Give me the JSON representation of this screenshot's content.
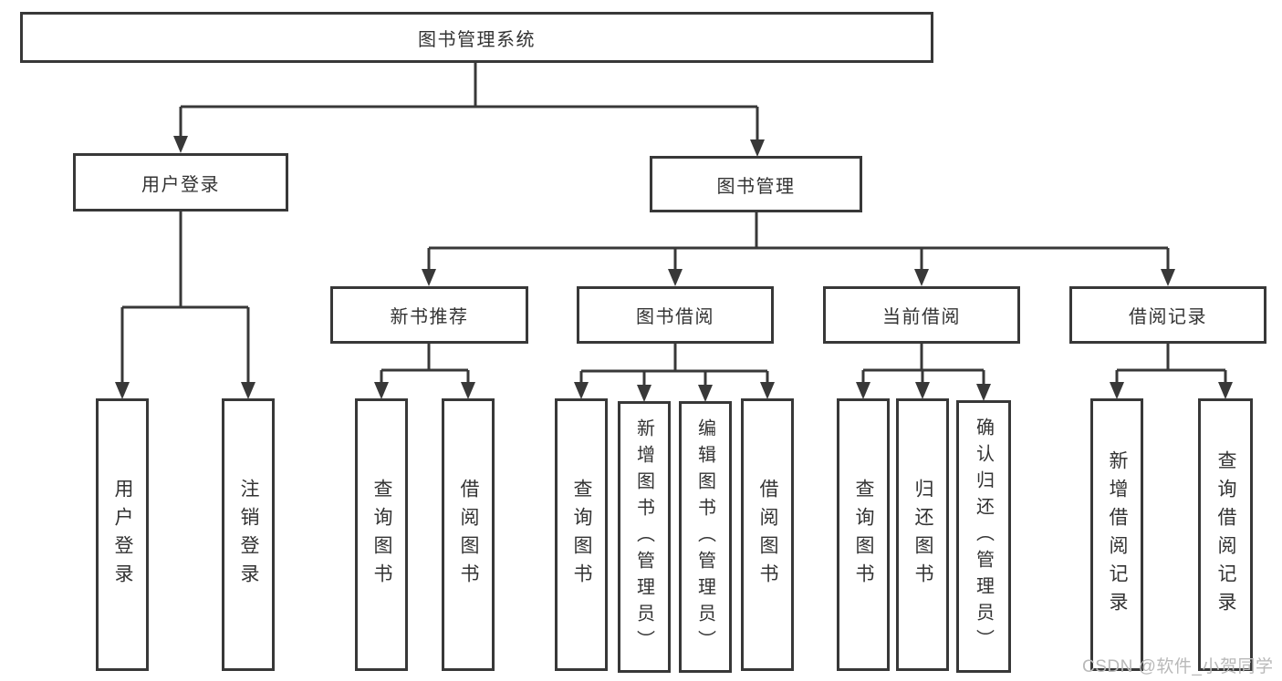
{
  "colors": {
    "line": "#383838",
    "text": "#333333",
    "background": "#ffffff",
    "watermark": "#b9b9b9"
  },
  "diagram": {
    "title": "图书管理系统",
    "level2": [
      {
        "label": "用户登录"
      },
      {
        "label": "图书管理"
      }
    ],
    "level3": [
      {
        "label": "新书推荐"
      },
      {
        "label": "图书借阅"
      },
      {
        "label": "当前借阅"
      },
      {
        "label": "借阅记录"
      }
    ],
    "leaves": [
      {
        "label": "用户登录"
      },
      {
        "label": "注销登录"
      },
      {
        "label": "查询图书"
      },
      {
        "label": "借阅图书"
      },
      {
        "label": "查询图书"
      },
      {
        "label": "新增图书（管理员）"
      },
      {
        "label": "编辑图书（管理员）"
      },
      {
        "label": "借阅图书"
      },
      {
        "label": "查询图书"
      },
      {
        "label": "归还图书"
      },
      {
        "label": "确认归还（管理员）"
      },
      {
        "label": "新增借阅记录"
      },
      {
        "label": "查询借阅记录"
      }
    ]
  },
  "watermark": "CSDN @软件_小贺同学"
}
